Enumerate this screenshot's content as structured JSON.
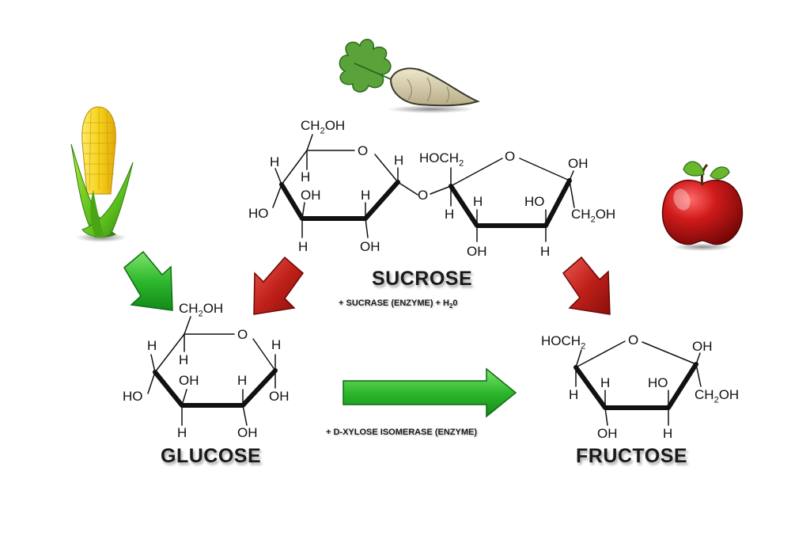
{
  "molecules": {
    "sucrose": {
      "name": "SUCROSE",
      "glucose_unit": {
        "ch2oh": [
          "CH",
          "2",
          "OH"
        ],
        "ring_o": "O",
        "h_topleft": "H",
        "h_upper_inner": "H",
        "ho_left": "HO",
        "oh_inner": "OH",
        "h_right_inner": "H",
        "h_anomeric": "H",
        "h_bottom_left": "H",
        "oh_bottom": "OH"
      },
      "bridge_o": "O",
      "fructose_unit": {
        "hoch2": [
          "HOCH",
          "2"
        ],
        "ring_o": "O",
        "oh_right": "OH",
        "ch2oh": [
          "CH",
          "2",
          "OH"
        ],
        "h_left": "H",
        "h_inner": "H",
        "ho_inner": "HO",
        "oh_bottom": "OH",
        "h_bottom": "H"
      }
    },
    "glucose": {
      "name": "GLUCOSE",
      "ch2oh": [
        "CH",
        "2",
        "OH"
      ],
      "ring_o": "O",
      "h_topleft": "H",
      "h_upper_inner": "H",
      "ho_left": "HO",
      "oh_inner": "OH",
      "h_right_inner": "H",
      "h_anomeric": "H",
      "oh_right": "OH",
      "h_bottom_left": "H",
      "oh_bottom": "OH"
    },
    "fructose": {
      "name": "FRUCTOSE",
      "hoch2": [
        "HOCH",
        "2"
      ],
      "ring_o": "O",
      "oh_right": "OH",
      "ch2oh": [
        "CH",
        "2",
        "OH"
      ],
      "h_left": "H",
      "h_inner": "H",
      "ho_inner": "HO",
      "oh_bottom": "OH",
      "h_bottom": "H"
    }
  },
  "notes": {
    "sucrase": [
      "+ SUCRASE (ENZYME) + H",
      "2",
      "0"
    ],
    "isomerase": "+ D-XYLOSE ISOMERASE (ENZYME)"
  },
  "colors": {
    "green_arrow": "#2eb82e",
    "red_arrow": "#c0201a",
    "corn_kernel": "#f6d21c",
    "corn_husk": "#5cbf1c",
    "beet_leaf": "#5aa33a",
    "beet_root": "#d8cfae",
    "apple": "#c0111a",
    "apple_leaf": "#6ab82a"
  },
  "icons": [
    "corn-icon",
    "sugar-beet-icon",
    "apple-icon",
    "green-arrow-icon",
    "red-arrow-icon"
  ]
}
